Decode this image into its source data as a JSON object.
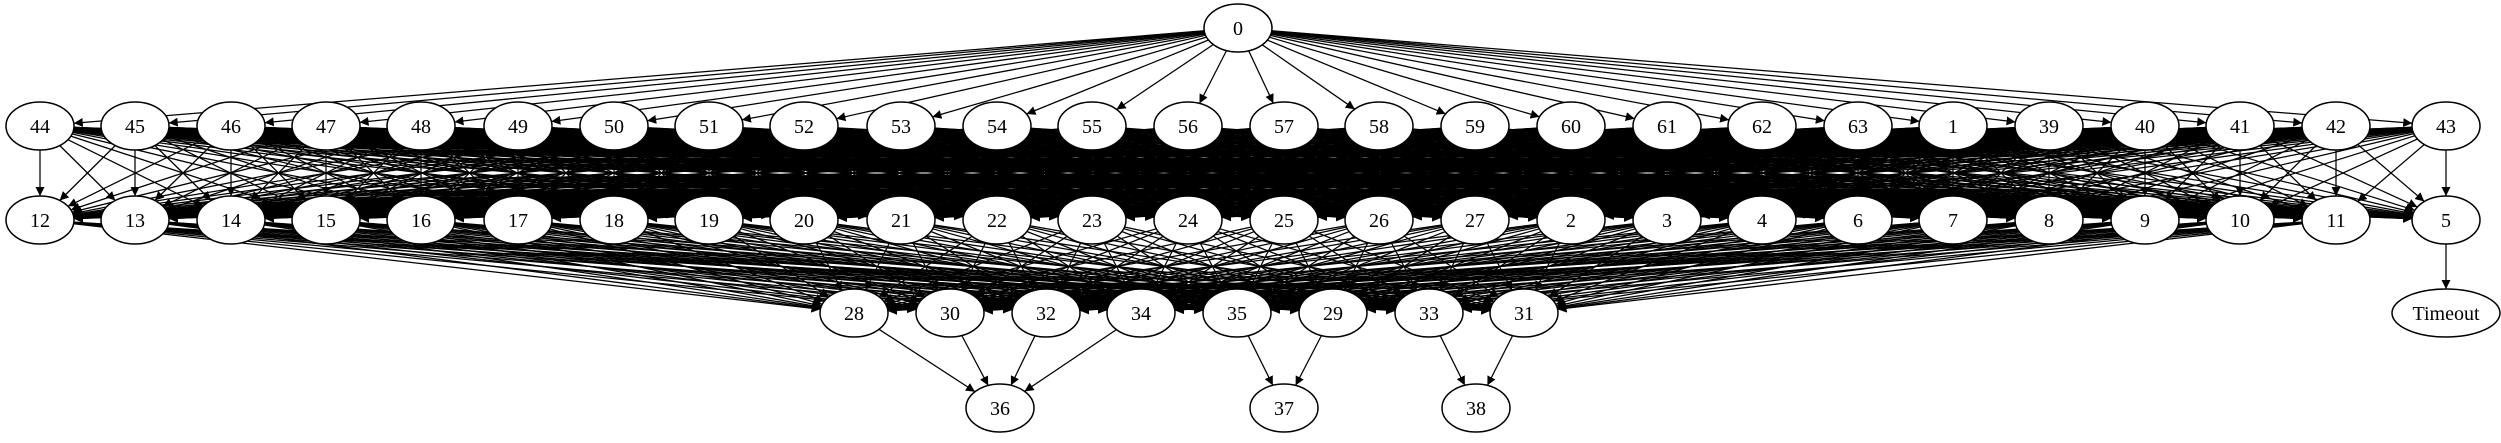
{
  "graph": {
    "nodes": [
      {
        "id": "0",
        "label": "0"
      },
      {
        "id": "44",
        "label": "44"
      },
      {
        "id": "45",
        "label": "45"
      },
      {
        "id": "46",
        "label": "46"
      },
      {
        "id": "47",
        "label": "47"
      },
      {
        "id": "48",
        "label": "48"
      },
      {
        "id": "49",
        "label": "49"
      },
      {
        "id": "50",
        "label": "50"
      },
      {
        "id": "51",
        "label": "51"
      },
      {
        "id": "52",
        "label": "52"
      },
      {
        "id": "53",
        "label": "53"
      },
      {
        "id": "54",
        "label": "54"
      },
      {
        "id": "55",
        "label": "55"
      },
      {
        "id": "56",
        "label": "56"
      },
      {
        "id": "57",
        "label": "57"
      },
      {
        "id": "58",
        "label": "58"
      },
      {
        "id": "59",
        "label": "59"
      },
      {
        "id": "60",
        "label": "60"
      },
      {
        "id": "61",
        "label": "61"
      },
      {
        "id": "62",
        "label": "62"
      },
      {
        "id": "63",
        "label": "63"
      },
      {
        "id": "1",
        "label": "1"
      },
      {
        "id": "39",
        "label": "39"
      },
      {
        "id": "40",
        "label": "40"
      },
      {
        "id": "41",
        "label": "41"
      },
      {
        "id": "42",
        "label": "42"
      },
      {
        "id": "43",
        "label": "43"
      },
      {
        "id": "12",
        "label": "12"
      },
      {
        "id": "13",
        "label": "13"
      },
      {
        "id": "14",
        "label": "14"
      },
      {
        "id": "15",
        "label": "15"
      },
      {
        "id": "16",
        "label": "16"
      },
      {
        "id": "17",
        "label": "17"
      },
      {
        "id": "18",
        "label": "18"
      },
      {
        "id": "19",
        "label": "19"
      },
      {
        "id": "20",
        "label": "20"
      },
      {
        "id": "21",
        "label": "21"
      },
      {
        "id": "22",
        "label": "22"
      },
      {
        "id": "23",
        "label": "23"
      },
      {
        "id": "24",
        "label": "24"
      },
      {
        "id": "25",
        "label": "25"
      },
      {
        "id": "26",
        "label": "26"
      },
      {
        "id": "27",
        "label": "27"
      },
      {
        "id": "2",
        "label": "2"
      },
      {
        "id": "3",
        "label": "3"
      },
      {
        "id": "4",
        "label": "4"
      },
      {
        "id": "6",
        "label": "6"
      },
      {
        "id": "7",
        "label": "7"
      },
      {
        "id": "8",
        "label": "8"
      },
      {
        "id": "9",
        "label": "9"
      },
      {
        "id": "10",
        "label": "10"
      },
      {
        "id": "11",
        "label": "11"
      },
      {
        "id": "5",
        "label": "5"
      },
      {
        "id": "28",
        "label": "28"
      },
      {
        "id": "30",
        "label": "30"
      },
      {
        "id": "32",
        "label": "32"
      },
      {
        "id": "34",
        "label": "34"
      },
      {
        "id": "35",
        "label": "35"
      },
      {
        "id": "29",
        "label": "29"
      },
      {
        "id": "33",
        "label": "33"
      },
      {
        "id": "31",
        "label": "31"
      },
      {
        "id": "Timeout",
        "label": "Timeout",
        "color": "#ff0000"
      },
      {
        "id": "36",
        "label": "36",
        "color": "#0000ff"
      },
      {
        "id": "37",
        "label": "37",
        "color": "#0000ff"
      },
      {
        "id": "38",
        "label": "38",
        "color": "#0000ff"
      }
    ],
    "edges": {
      "root": {
        "from": "0",
        "to": [
          "44",
          "45",
          "46",
          "47",
          "48",
          "49",
          "50",
          "51",
          "52",
          "53",
          "54",
          "55",
          "56",
          "57",
          "58",
          "59",
          "60",
          "61",
          "62",
          "63",
          "1",
          "39",
          "40",
          "41",
          "42",
          "43"
        ]
      },
      "l1_sources": [
        "44",
        "45",
        "46",
        "47",
        "48",
        "49",
        "50",
        "51",
        "52",
        "53",
        "54",
        "55",
        "56",
        "57",
        "58",
        "59",
        "60",
        "61",
        "62",
        "63",
        "1",
        "39",
        "40",
        "41",
        "42",
        "43"
      ],
      "l2_targets": [
        "12",
        "13",
        "14",
        "15",
        "16",
        "17",
        "18",
        "19",
        "20",
        "21",
        "22",
        "23",
        "24",
        "25",
        "26",
        "27",
        "2",
        "3",
        "4",
        "6",
        "7",
        "8",
        "9",
        "10",
        "11",
        "5"
      ],
      "l2_sources": [
        "12",
        "13",
        "14",
        "15",
        "16",
        "17",
        "18",
        "19",
        "20",
        "21",
        "22",
        "23",
        "24",
        "25",
        "26",
        "27",
        "2",
        "3",
        "4",
        "6",
        "7",
        "8",
        "9",
        "10",
        "11"
      ],
      "l3_targets": [
        "28",
        "30",
        "32",
        "34",
        "35",
        "29",
        "33",
        "31"
      ],
      "final": [
        {
          "from": "5",
          "to": "Timeout"
        },
        {
          "from": "28",
          "to": "36"
        },
        {
          "from": "30",
          "to": "36"
        },
        {
          "from": "32",
          "to": "36"
        },
        {
          "from": "34",
          "to": "36"
        },
        {
          "from": "35",
          "to": "37"
        },
        {
          "from": "29",
          "to": "37"
        },
        {
          "from": "33",
          "to": "38"
        },
        {
          "from": "31",
          "to": "38"
        }
      ]
    }
  }
}
